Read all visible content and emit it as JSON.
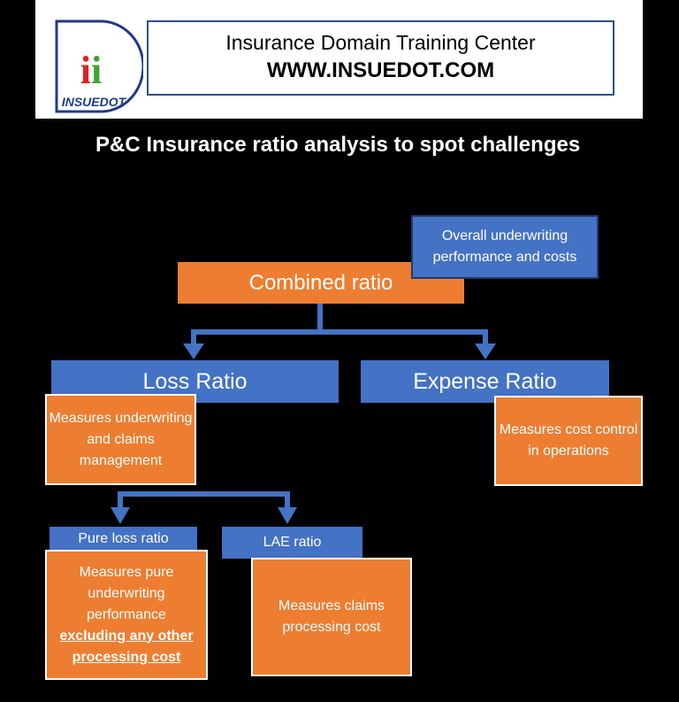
{
  "header": {
    "logo_text": "INSUEDOT",
    "logo_mark": "ii",
    "line1": "Insurance Domain Training Center",
    "line2": "WWW.INSUEDOT.COM"
  },
  "title": "P&C Insurance ratio analysis to spot challenges",
  "nodes": {
    "combined": "Combined ratio",
    "overall": "Overall underwriting performance and costs",
    "loss": "Loss Ratio",
    "expense": "Expense Ratio",
    "loss_desc": "Measures underwriting and claims management",
    "expense_desc": "Measures cost control in operations",
    "pure": "Pure loss ratio",
    "lae": "LAE ratio",
    "pure_desc_a": "Measures pure underwriting performance",
    "pure_desc_b": "excluding any other processing cost",
    "lae_desc": "Measures claims processing cost"
  },
  "colors": {
    "orange": "#ed7d31",
    "blue": "#4472c4",
    "logo_red": "#e02020",
    "logo_green": "#3fa535",
    "logo_navy": "#1f3a8a"
  }
}
